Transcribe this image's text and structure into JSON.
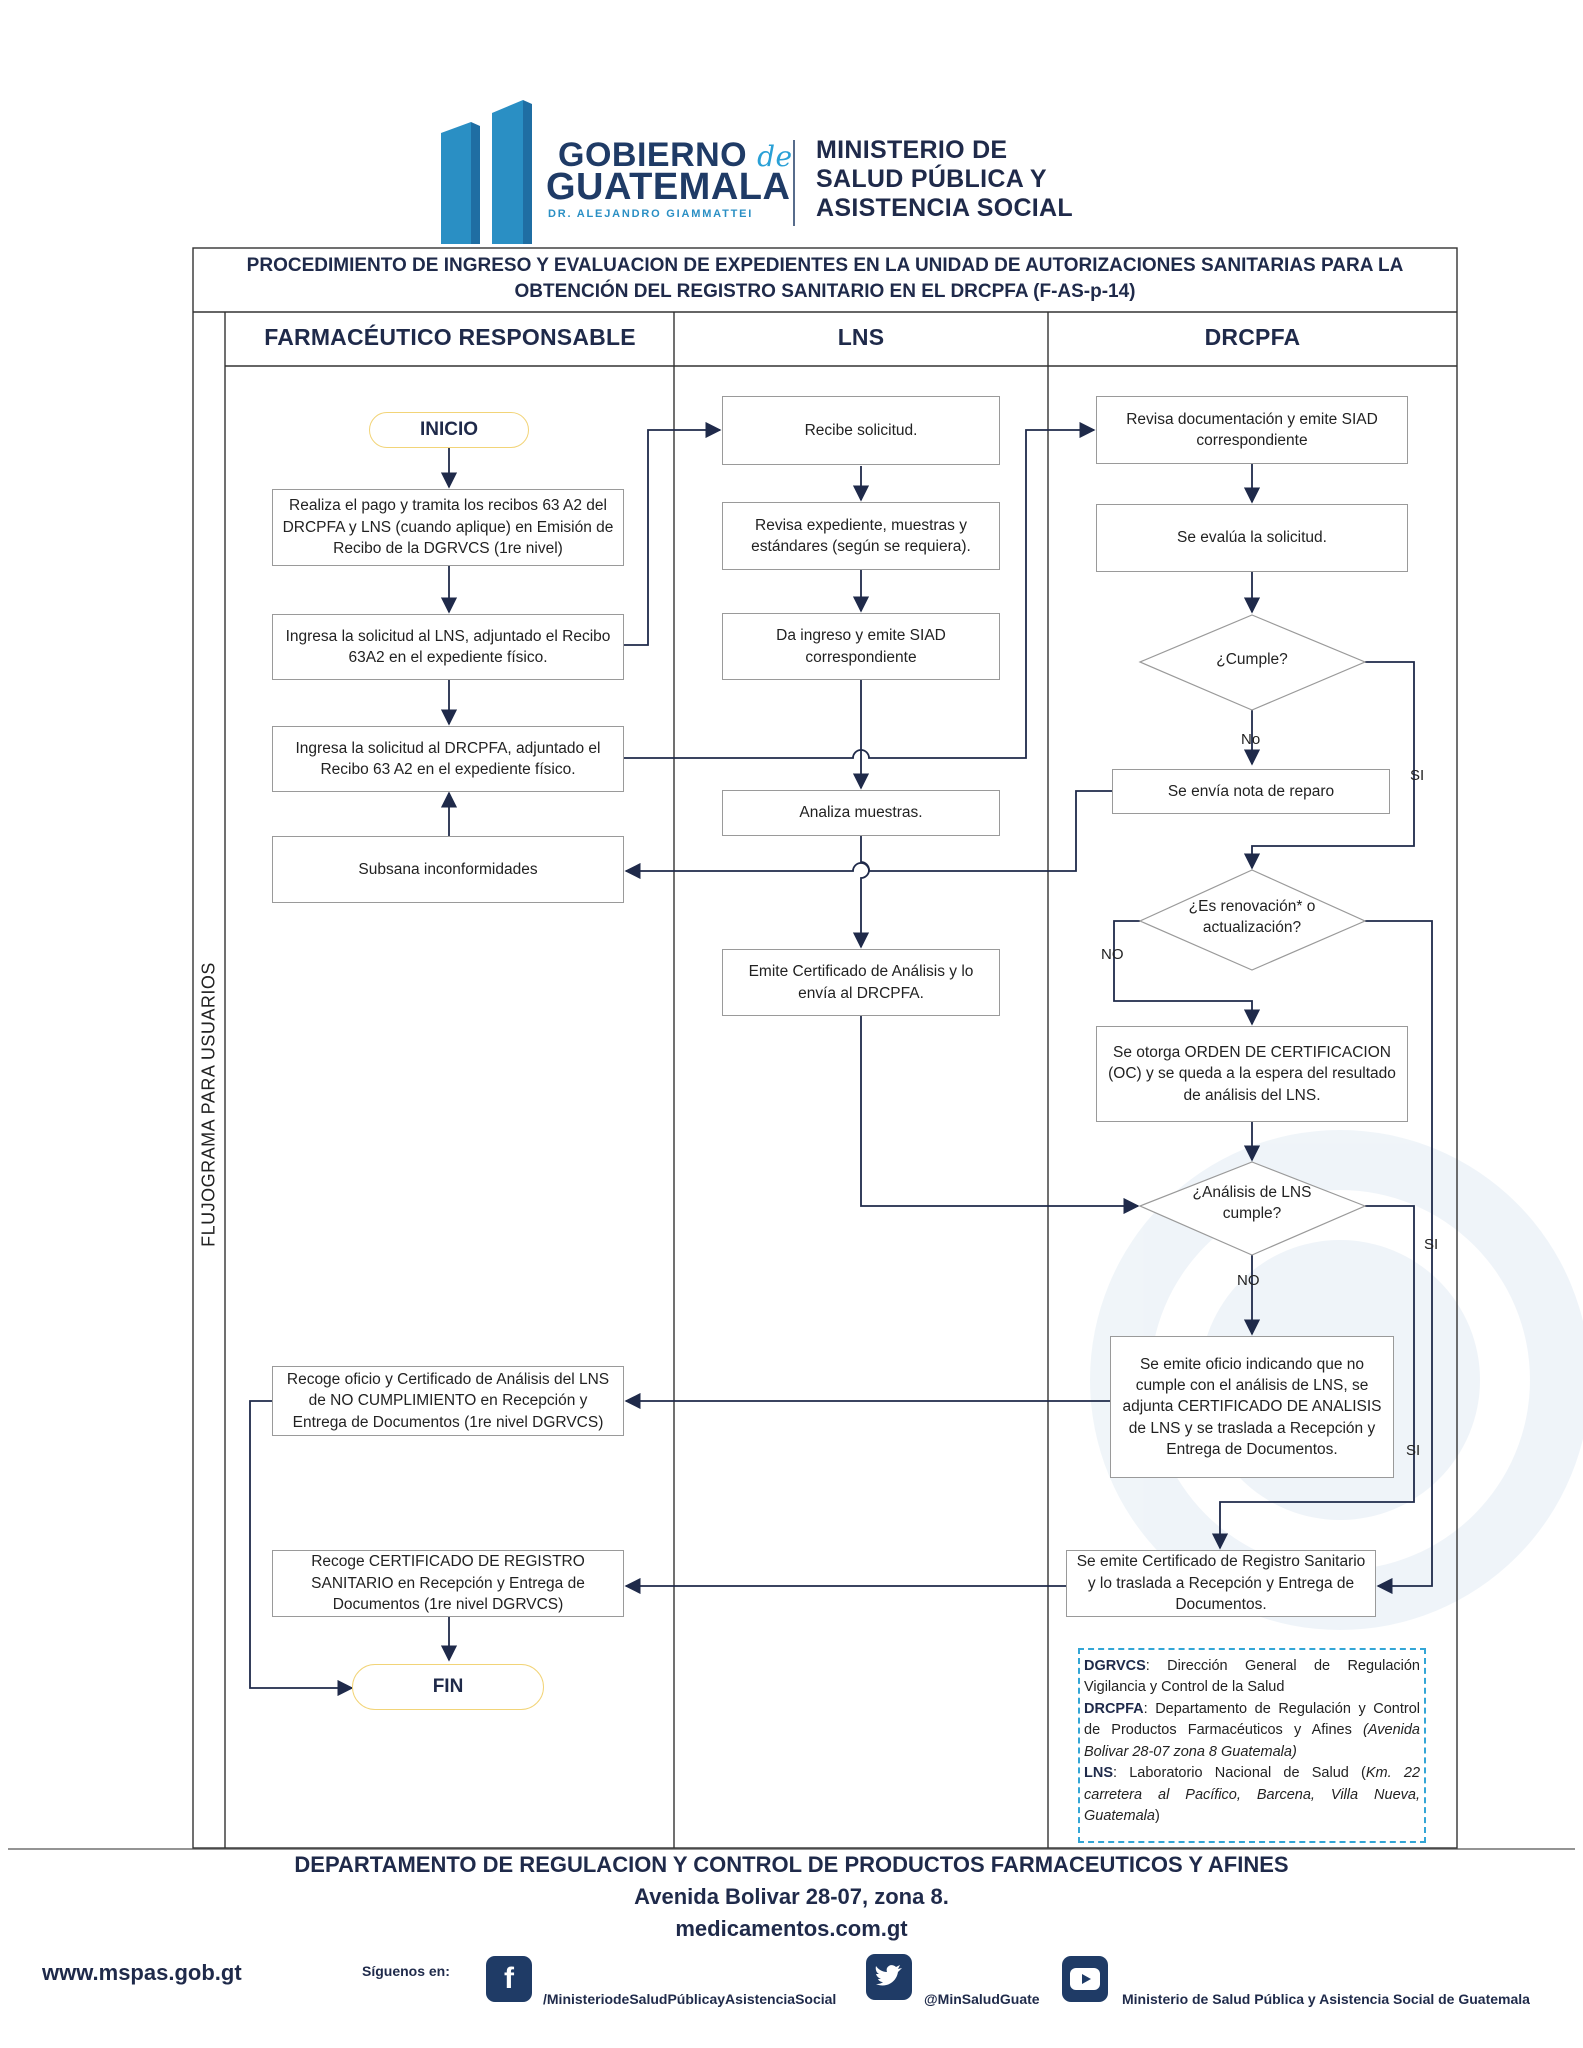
{
  "header": {
    "government_line1": "GOBIERNO",
    "government_de": "de",
    "government_line2": "GUATEMALA",
    "government_line3": "DR. ALEJANDRO GIAMMATTEI",
    "ministry_line1": "MINISTERIO DE",
    "ministry_line2": "SALUD PÚBLICA Y",
    "ministry_line3": "ASISTENCIA SOCIAL"
  },
  "diagram": {
    "title_line1": "PROCEDIMIENTO DE INGRESO Y EVALUACION DE EXPEDIENTES EN LA UNIDAD DE AUTORIZACIONES SANITARIAS PARA LA",
    "title_line2": "OBTENCIÓN DEL REGISTRO SANITARIO EN EL DRCPFA (F-AS-p-14)",
    "side_label": "FLUJOGRAMA PARA USUARIOS",
    "lanes": [
      "FARMACÉUTICO RESPONSABLE",
      "LNS",
      "DRCPFA"
    ],
    "nodes": {
      "inicio": "INICIO",
      "pago": "Realiza el pago y tramita los recibos 63 A2 del DRCPFA y LNS (cuando aplique) en Emisión de Recibo de la DGRVCS (1re nivel)",
      "ingresa_lns": "Ingresa la solicitud al LNS, adjuntado el Recibo 63A2 en el expediente físico.",
      "ingresa_drcpfa": "Ingresa la solicitud al DRCPFA, adjuntado el Recibo 63 A2 en el expediente físico.",
      "subsana": "Subsana inconformidades",
      "recoge_oficio": "Recoge oficio y Certificado de Análisis del LNS de NO CUMPLIMIENTO en Recepción y Entrega de Documentos (1re nivel DGRVCS)",
      "recoge_certificado": "Recoge  CERTIFICADO DE REGISTRO SANITARIO en Recepción y Entrega de Documentos (1re nivel DGRVCS)",
      "fin": "FIN",
      "recibe": "Recibe solicitud.",
      "revisa_expediente": "Revisa expediente, muestras y estándares (según se requiera).",
      "da_ingreso": "Da ingreso y emite SIAD correspondiente",
      "analiza": "Analiza muestras.",
      "emite_certificado_analisis": "Emite Certificado de Análisis y lo envía al DRCPFA.",
      "revisa_documentacion": "Revisa documentación y emite SIAD correspondiente",
      "evalua": "Se evalúa la solicitud.",
      "cumple": "¿Cumple?",
      "nota_reparo": "Se envía nota de reparo",
      "renovacion": "¿Es renovación* o actualización?",
      "orden": "Se otorga ORDEN DE CERTIFICACION (OC) y se queda a la espera del resultado de análisis del LNS.",
      "analisis_cumple": "¿Análisis de LNS cumple?",
      "oficio": "Se emite oficio indicando que no cumple con el análisis de LNS, se adjunta CERTIFICADO DE ANALISIS de LNS y se traslada a Recepción y Entrega de Documentos.",
      "certificado_registro": "Se emite Certificado de Registro Sanitario y lo traslada a Recepción y Entrega de Documentos."
    },
    "edge_labels": {
      "cumple_no": "No",
      "cumple_si": "SI",
      "renovacion_no": "NO",
      "renovacion_si": "SI",
      "analisis_no": "NO",
      "analisis_si": "SI"
    },
    "legend": {
      "dgrvcs_abbr": "DGRVCS",
      "dgrvcs_text": ": Dirección General de Regulación Vigilancia y Control de la Salud",
      "drcpfa_abbr": "DRCPFA",
      "drcpfa_text": ": Departamento de Regulación y Control de Productos Farmacéuticos y Afines",
      "drcpfa_address": "(Avenida Bolivar 28-07 zona 8 Guatemala)",
      "lns_abbr": "LNS",
      "lns_text": ": Laboratorio Nacional de Salud (",
      "lns_address": "Km. 22 carretera al Pacífico, Barcena, Villa Nueva, Guatemala",
      "lns_close": ")"
    }
  },
  "footer": {
    "department": "DEPARTAMENTO DE REGULACION Y CONTROL DE PRODUCTOS FARMACEUTICOS Y AFINES",
    "address": "Avenida Bolivar 28-07, zona 8.",
    "website": "medicamentos.com.gt",
    "mspas_url": "www.mspas.gob.gt",
    "follow": "Síguenos en:",
    "facebook": "/MinisteriodeSaludPúblicayAsistenciaSocial",
    "twitter": "@MinSaludGuate",
    "youtube": "Ministerio de Salud Pública y Asistencia Social de Guatemala",
    "facebook_icon": "f",
    "twitter_icon": "bird-icon",
    "youtube_icon": "play-icon"
  },
  "colors": {
    "navy": "#1f2a4a",
    "brand_blue": "#1f3b66",
    "accent_blue": "#2aa0d6",
    "terminal_border": "#f2d478",
    "legend_border": "#33a6d6"
  }
}
